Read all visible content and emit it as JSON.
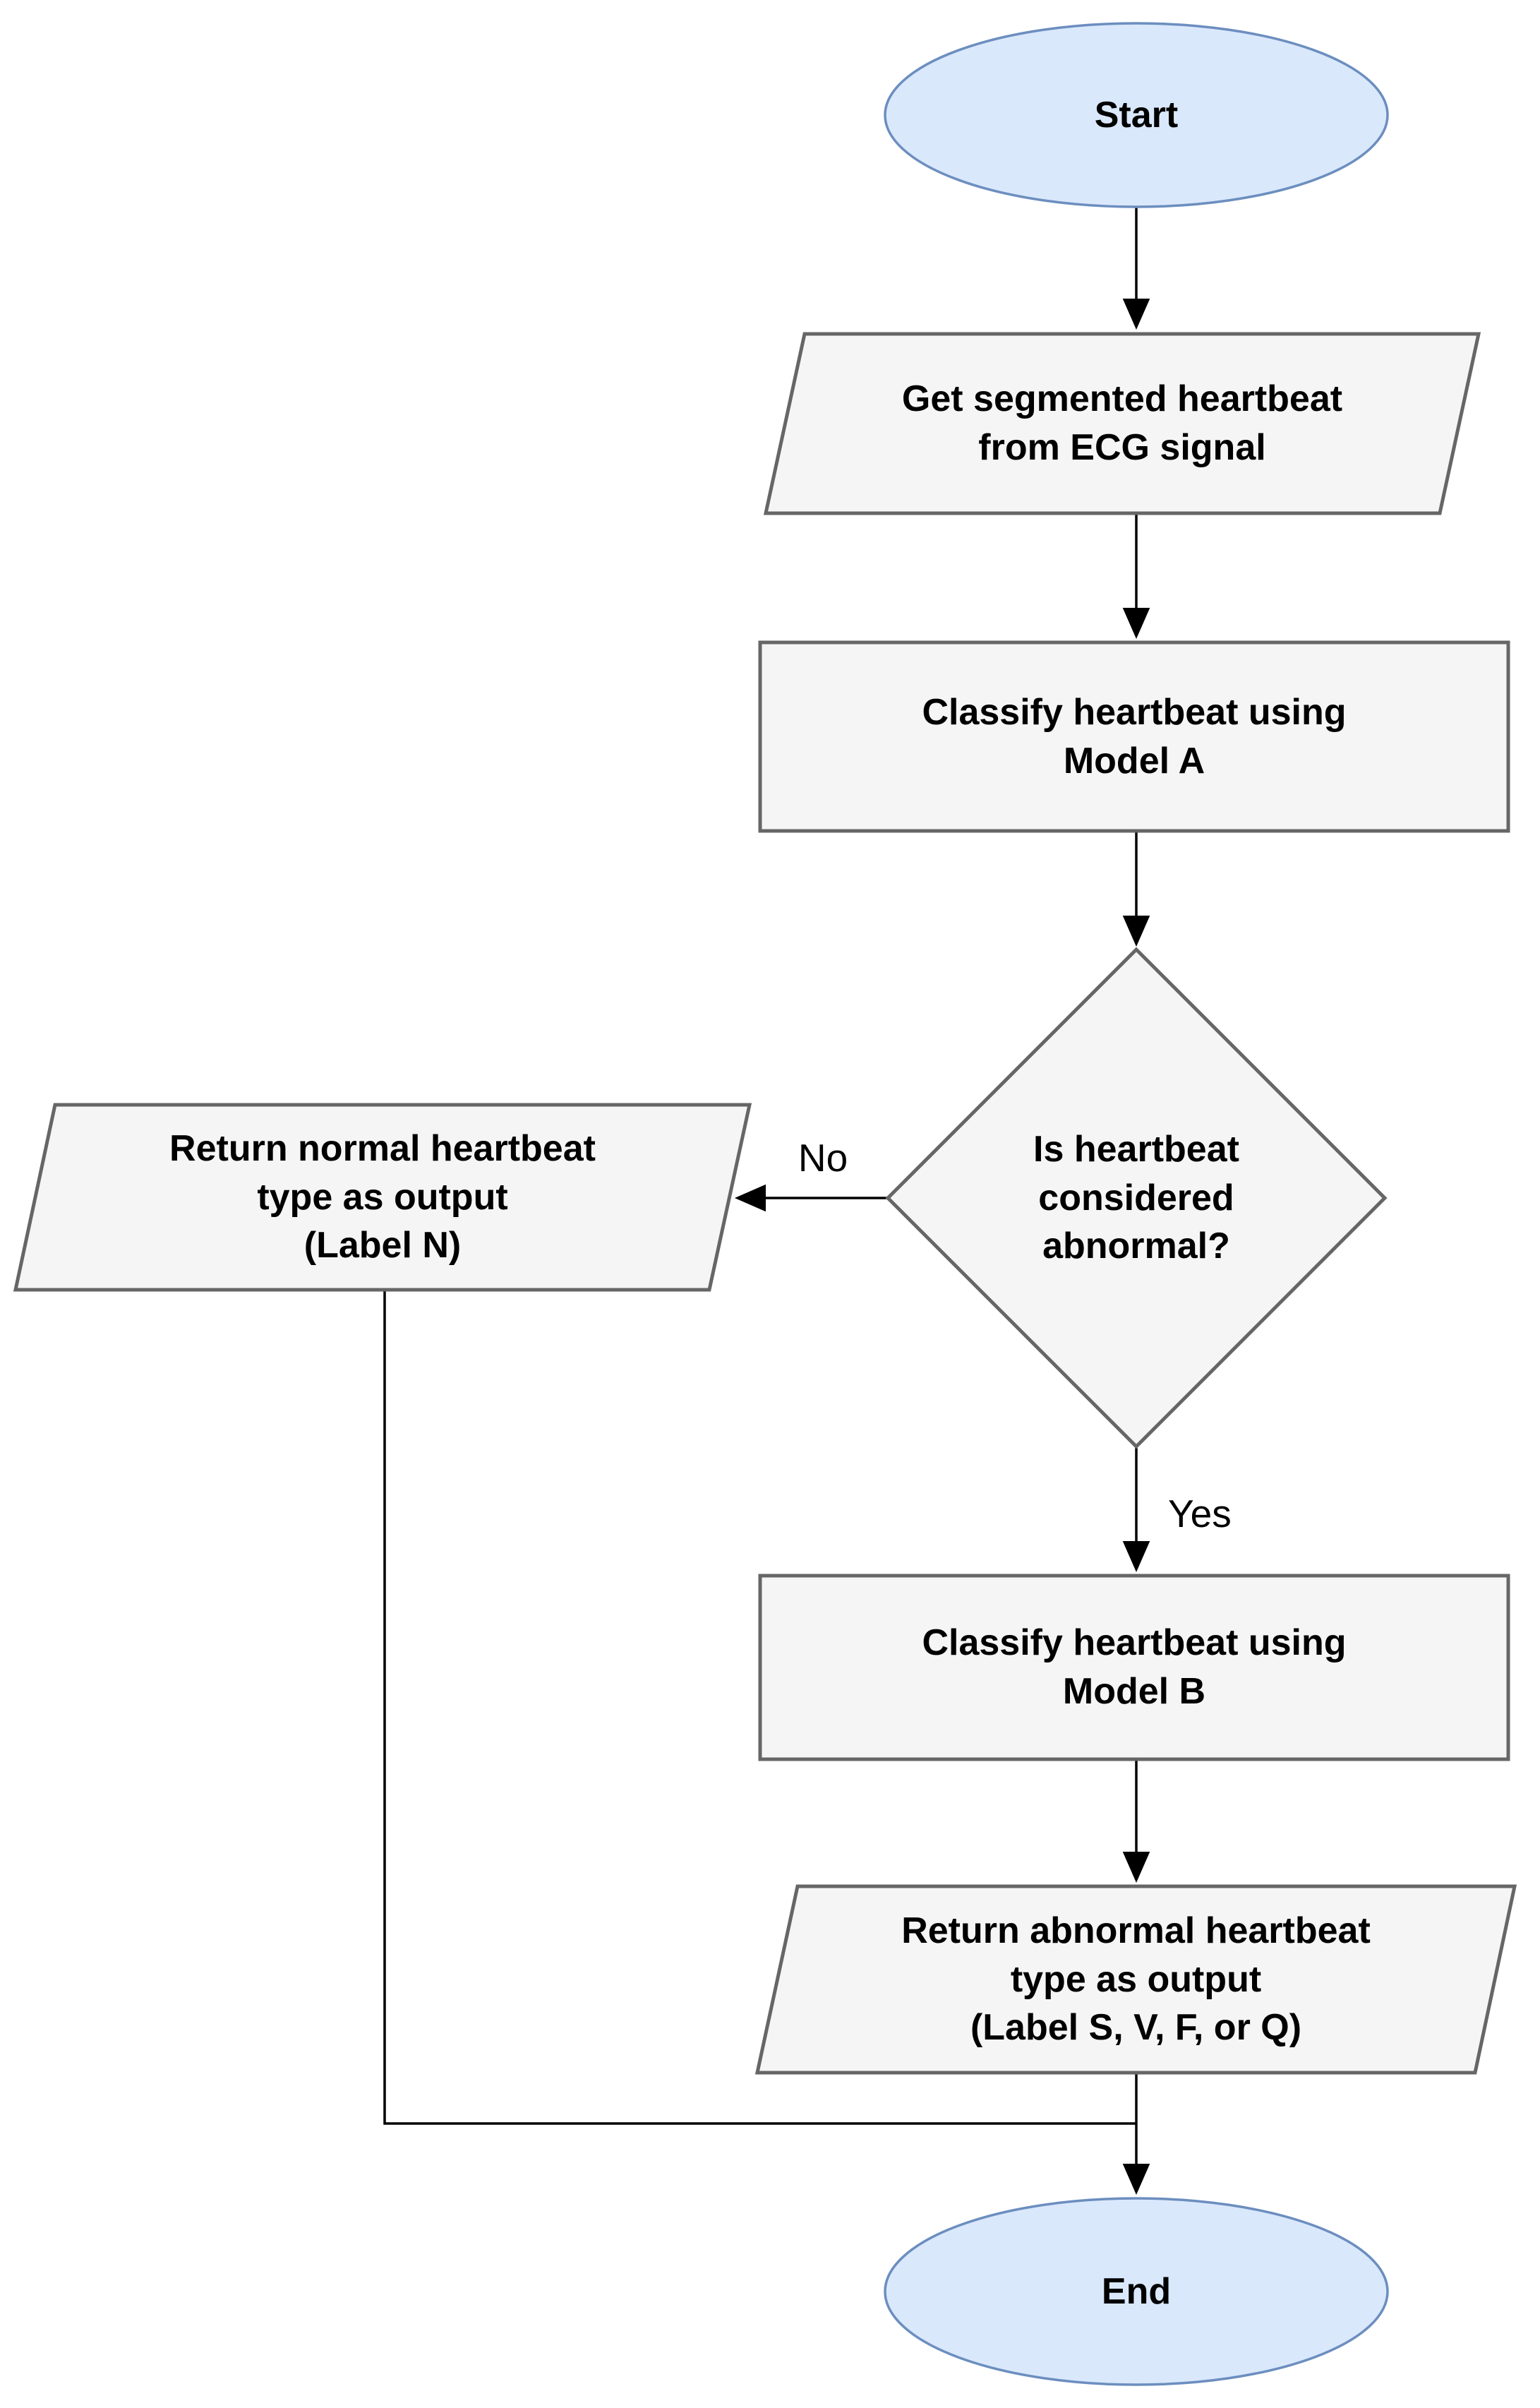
{
  "diagram": {
    "type": "flowchart",
    "nodes": {
      "start": {
        "label": "Start",
        "shape": "ellipse",
        "role": "terminal"
      },
      "get_heartbeat": {
        "label": "Get segmented heartbeat\nfrom ECG signal",
        "shape": "parallelogram",
        "role": "input-output"
      },
      "model_a": {
        "label": "Classify heartbeat using\nModel A",
        "shape": "rectangle",
        "role": "process"
      },
      "decision": {
        "label": "Is heartbeat\nconsidered\nabnormal?",
        "shape": "diamond",
        "role": "decision"
      },
      "normal_output": {
        "label": "Return normal heartbeat\ntype as output\n(Label N)",
        "shape": "parallelogram",
        "role": "input-output"
      },
      "model_b": {
        "label": "Classify heartbeat using\nModel B",
        "shape": "rectangle",
        "role": "process"
      },
      "abnormal_output": {
        "label": "Return abnormal heartbeat\ntype as output\n(Label S, V, F, or Q)",
        "shape": "parallelogram",
        "role": "input-output"
      },
      "end": {
        "label": "End",
        "shape": "ellipse",
        "role": "terminal"
      }
    },
    "edge_labels": {
      "no": "No",
      "yes": "Yes"
    },
    "colors": {
      "terminal_fill": "#dae8fc",
      "terminal_stroke": "#6c8ebf",
      "block_fill": "#f5f5f5",
      "block_stroke": "#666666",
      "arrow": "#000000",
      "text": "#000000",
      "background": "#ffffff"
    }
  }
}
